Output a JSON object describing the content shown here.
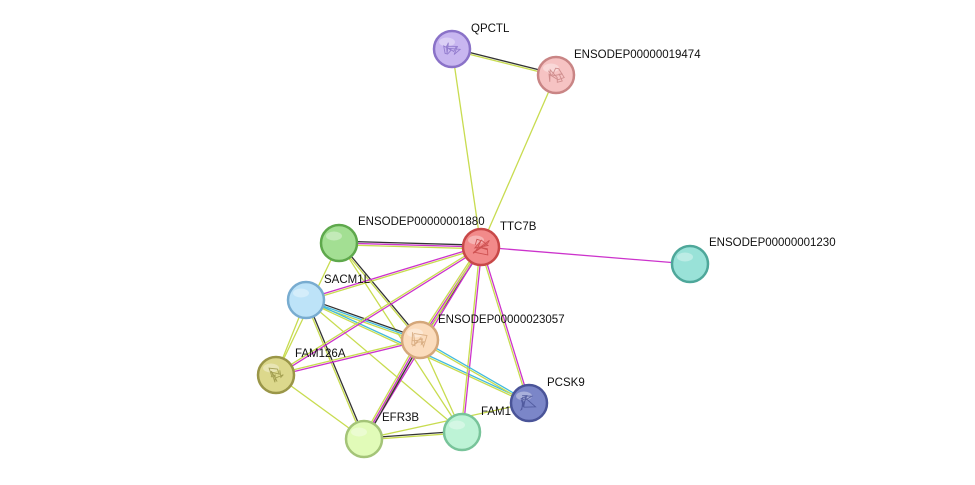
{
  "network": {
    "nodes": [
      {
        "id": "QPCTL",
        "label": "QPCTL",
        "fill": "#c8b6f0",
        "stroke": "#8a72c8",
        "structure": true
      },
      {
        "id": "ENSODEP00000019474",
        "label": "ENSODEP00000019474",
        "fill": "#f6c3c3",
        "stroke": "#c98585",
        "structure": true
      },
      {
        "id": "TTC7B",
        "label": "TTC7B",
        "fill": "#f28a8a",
        "stroke": "#c84848",
        "structure": true,
        "query": true
      },
      {
        "id": "ENSODEP00000001880",
        "label": "ENSODEP00000001880",
        "fill": "#a3df93",
        "stroke": "#5ea84c",
        "structure": false
      },
      {
        "id": "ENSODEP00000001230",
        "label": "ENSODEP00000001230",
        "fill": "#99e2d8",
        "stroke": "#4ea79a",
        "structure": false
      },
      {
        "id": "SACM1L",
        "label": "SACM1L",
        "fill": "#bde3f8",
        "stroke": "#78acd0",
        "structure": false
      },
      {
        "id": "ENSODEP00000023057",
        "label": "ENSODEP00000023057",
        "fill": "#fbdcbd",
        "stroke": "#d4a77a",
        "structure": true
      },
      {
        "id": "FAM126A",
        "label": "FAM126A",
        "fill": "#dcd88c",
        "stroke": "#9a9648",
        "structure": true
      },
      {
        "id": "PCSK9",
        "label": "PCSK9",
        "fill": "#7b86c8",
        "stroke": "#4a5498",
        "structure": true
      },
      {
        "id": "FAM1",
        "label": "FAM1",
        "fill": "#bdf3d6",
        "stroke": "#78c49a",
        "structure": false
      },
      {
        "id": "EFR3B",
        "label": "EFR3B",
        "fill": "#e1fbb8",
        "stroke": "#a4c478",
        "structure": false
      }
    ],
    "edges": [
      {
        "source": "QPCTL",
        "target": "ENSODEP00000019474",
        "colors": [
          "#333333",
          "#c8dc50"
        ]
      },
      {
        "source": "QPCTL",
        "target": "TTC7B",
        "colors": [
          "#c8dc50"
        ]
      },
      {
        "source": "ENSODEP00000019474",
        "target": "TTC7B",
        "colors": [
          "#c8dc50"
        ]
      },
      {
        "source": "TTC7B",
        "target": "ENSODEP00000001230",
        "colors": [
          "#cc33cc"
        ]
      },
      {
        "source": "ENSODEP00000001880",
        "target": "TTC7B",
        "colors": [
          "#333333",
          "#cc33cc",
          "#c8dc50"
        ]
      },
      {
        "source": "ENSODEP00000001880",
        "target": "ENSODEP00000023057",
        "colors": [
          "#333333",
          "#c8dc50"
        ]
      },
      {
        "source": "ENSODEP00000001880",
        "target": "FAM126A",
        "colors": [
          "#c8dc50"
        ]
      },
      {
        "source": "ENSODEP00000001880",
        "target": "FAM1",
        "colors": [
          "#c8dc50"
        ]
      },
      {
        "source": "SACM1L",
        "target": "TTC7B",
        "colors": [
          "#cc33cc",
          "#c8dc50"
        ]
      },
      {
        "source": "SACM1L",
        "target": "ENSODEP00000023057",
        "colors": [
          "#333333",
          "#44bbdd",
          "#c8dc50"
        ]
      },
      {
        "source": "SACM1L",
        "target": "PCSK9",
        "colors": [
          "#44bbdd",
          "#c8dc50"
        ]
      },
      {
        "source": "SACM1L",
        "target": "FAM126A",
        "colors": [
          "#c8dc50"
        ]
      },
      {
        "source": "SACM1L",
        "target": "EFR3B",
        "colors": [
          "#333333",
          "#c8dc50"
        ]
      },
      {
        "source": "SACM1L",
        "target": "FAM1",
        "colors": [
          "#c8dc50"
        ]
      },
      {
        "source": "TTC7B",
        "target": "ENSODEP00000023057",
        "colors": [
          "#333333",
          "#cc33cc",
          "#c8dc50"
        ]
      },
      {
        "source": "TTC7B",
        "target": "FAM126A",
        "colors": [
          "#cc33cc",
          "#c8dc50"
        ]
      },
      {
        "source": "TTC7B",
        "target": "PCSK9",
        "colors": [
          "#cc33cc",
          "#c8dc50"
        ]
      },
      {
        "source": "TTC7B",
        "target": "FAM1",
        "colors": [
          "#cc33cc",
          "#c8dc50"
        ]
      },
      {
        "source": "TTC7B",
        "target": "EFR3B",
        "colors": [
          "#cc33cc",
          "#c8dc50"
        ]
      },
      {
        "source": "ENSODEP00000023057",
        "target": "FAM126A",
        "colors": [
          "#cc33cc",
          "#c8dc50"
        ]
      },
      {
        "source": "ENSODEP00000023057",
        "target": "PCSK9",
        "colors": [
          "#44bbdd",
          "#c8dc50"
        ]
      },
      {
        "source": "ENSODEP00000023057",
        "target": "EFR3B",
        "colors": [
          "#333333",
          "#cc33cc",
          "#c8dc50"
        ]
      },
      {
        "source": "ENSODEP00000023057",
        "target": "FAM1",
        "colors": [
          "#c8dc50"
        ]
      },
      {
        "source": "FAM126A",
        "target": "EFR3B",
        "colors": [
          "#c8dc50"
        ]
      },
      {
        "source": "EFR3B",
        "target": "FAM1",
        "colors": [
          "#333333",
          "#c8dc50"
        ]
      },
      {
        "source": "EFR3B",
        "target": "PCSK9",
        "colors": [
          "#c8dc50"
        ]
      }
    ]
  }
}
